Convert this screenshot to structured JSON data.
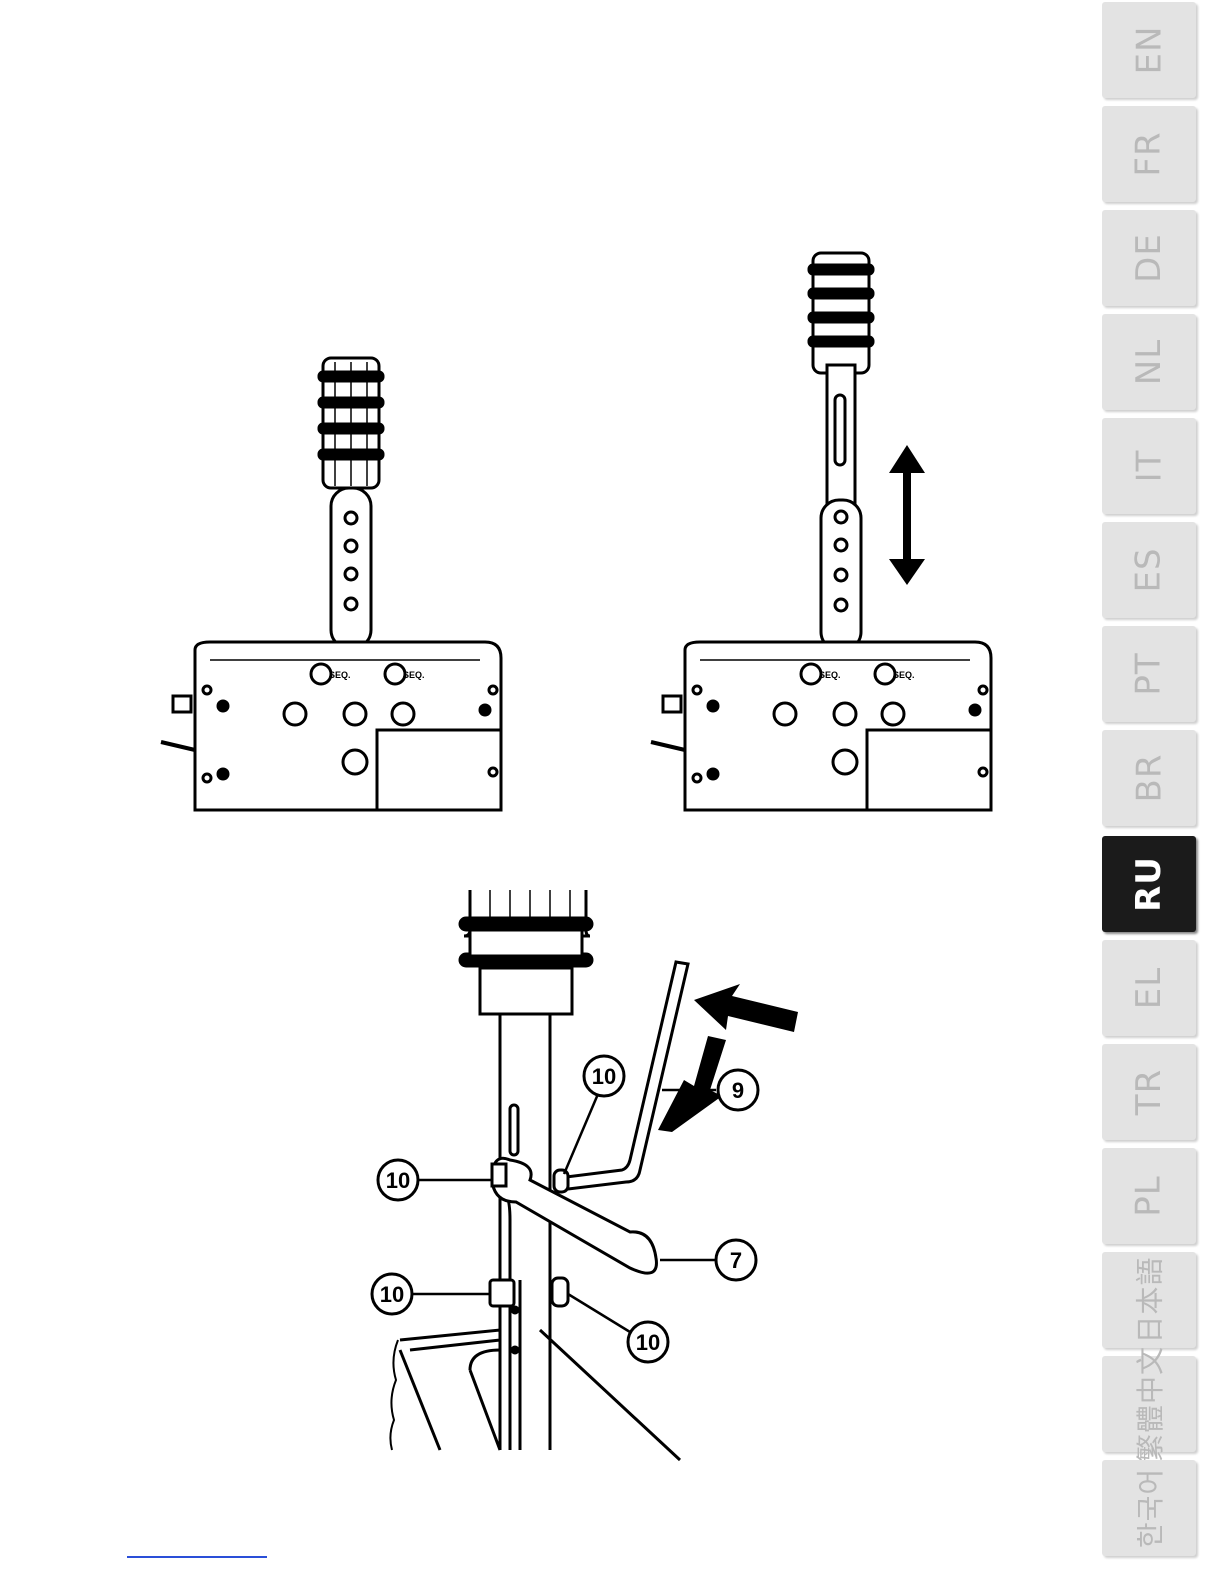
{
  "languages": [
    {
      "code": "EN",
      "active": false
    },
    {
      "code": "FR",
      "active": false
    },
    {
      "code": "DE",
      "active": false
    },
    {
      "code": "NL",
      "active": false
    },
    {
      "code": "IT",
      "active": false
    },
    {
      "code": "ES",
      "active": false
    },
    {
      "code": "PT",
      "active": false
    },
    {
      "code": "BR",
      "active": false
    },
    {
      "code": "RU",
      "active": true
    },
    {
      "code": "EL",
      "active": false
    },
    {
      "code": "TR",
      "active": false
    },
    {
      "code": "PL",
      "active": false
    },
    {
      "code": "日本語",
      "active": false
    },
    {
      "code": "繁體中文",
      "active": false
    },
    {
      "code": "한국어",
      "active": false
    }
  ],
  "figure_top": {
    "seq_label": "SEQ."
  },
  "figure_bottom": {
    "callout_10": "10",
    "callout_9": "9",
    "callout_7": "7"
  },
  "colors": {
    "active_tab": "#1b1b1b",
    "inactive_tab": "#e3e3e3",
    "footer_rule": "#2a4fd8"
  }
}
